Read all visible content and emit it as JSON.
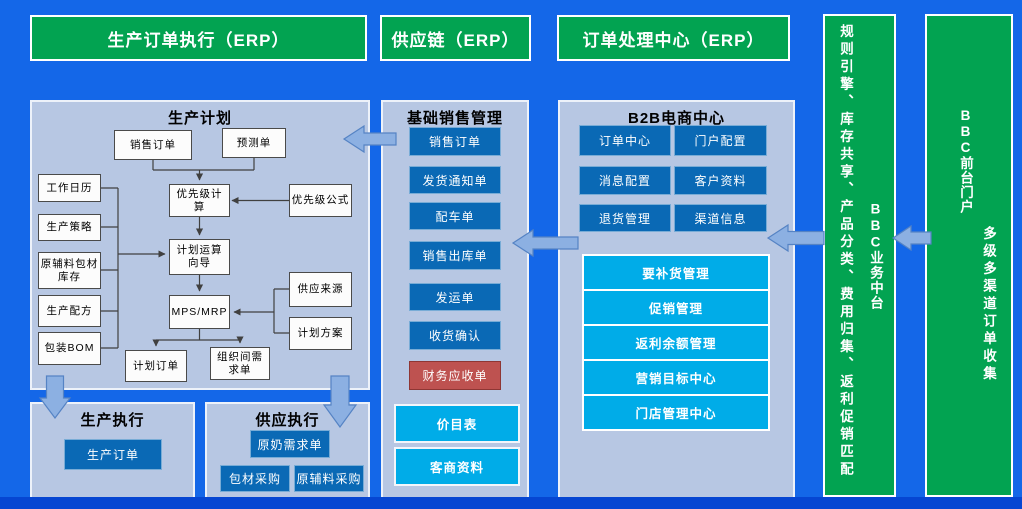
{
  "headers": {
    "erp_production": "生产订单执行（ERP）",
    "erp_supply_chain": "供应链（ERP）",
    "erp_order_center": "订单处理中心（ERP）"
  },
  "planning": {
    "title": "生产计划",
    "nodes": {
      "sales_order": "销售订单",
      "forecast": "预测单",
      "priority_calc": "优先级计算",
      "priority_formula": "优先级公式",
      "work_calendar": "工作日历",
      "production_strategy": "生产策略",
      "raw_pack_inventory": "原辅料包材库存",
      "production_recipe": "生产配方",
      "packaging_bom": "包装BOM",
      "plan_wizard": "计划运算向导",
      "mps_mrp": "MPS/MRP",
      "supply_source": "供应来源",
      "plan_scheme": "计划方案",
      "plan_order": "计划订单",
      "interorg_demand": "组织间需求单"
    }
  },
  "production_execution": {
    "title": "生产执行",
    "items": [
      "生产订单"
    ]
  },
  "supply_execution": {
    "title": "供应执行",
    "items": [
      "原奶需求单",
      "包材采购",
      "原辅料采购"
    ]
  },
  "basic_sales": {
    "title": "基础销售管理",
    "items": [
      "销售订单",
      "发货通知单",
      "配车单",
      "销售出库单",
      "发运单",
      "收货确认",
      "财务应收单",
      "价目表",
      "客商资料"
    ]
  },
  "b2b": {
    "title": "B2B电商中心",
    "grid": [
      "订单中心",
      "门户配置",
      "消息配置",
      "客户资料",
      "退货管理",
      "渠道信息"
    ],
    "list": [
      "要补货管理",
      "促销管理",
      "返利余额管理",
      "营销目标中心",
      "门店管理中心"
    ]
  },
  "middle_platform_bar": {
    "desc": "规则引擎、库存共享、产品分类、费用归集、返利促销匹配",
    "title": "BBC业务中台"
  },
  "front_portal_bar": {
    "title": "BBC前台门户",
    "desc": "多级多渠道订单收集"
  },
  "colors": {
    "background": "#1467E8",
    "panel": "#B7C7E3",
    "green": "#02A351",
    "dark_blue": "#0A69B5",
    "cyan": "#00ACE8",
    "red": "#BE5250",
    "arrow_fill": "#8CB0E2",
    "connector": "#404040"
  }
}
